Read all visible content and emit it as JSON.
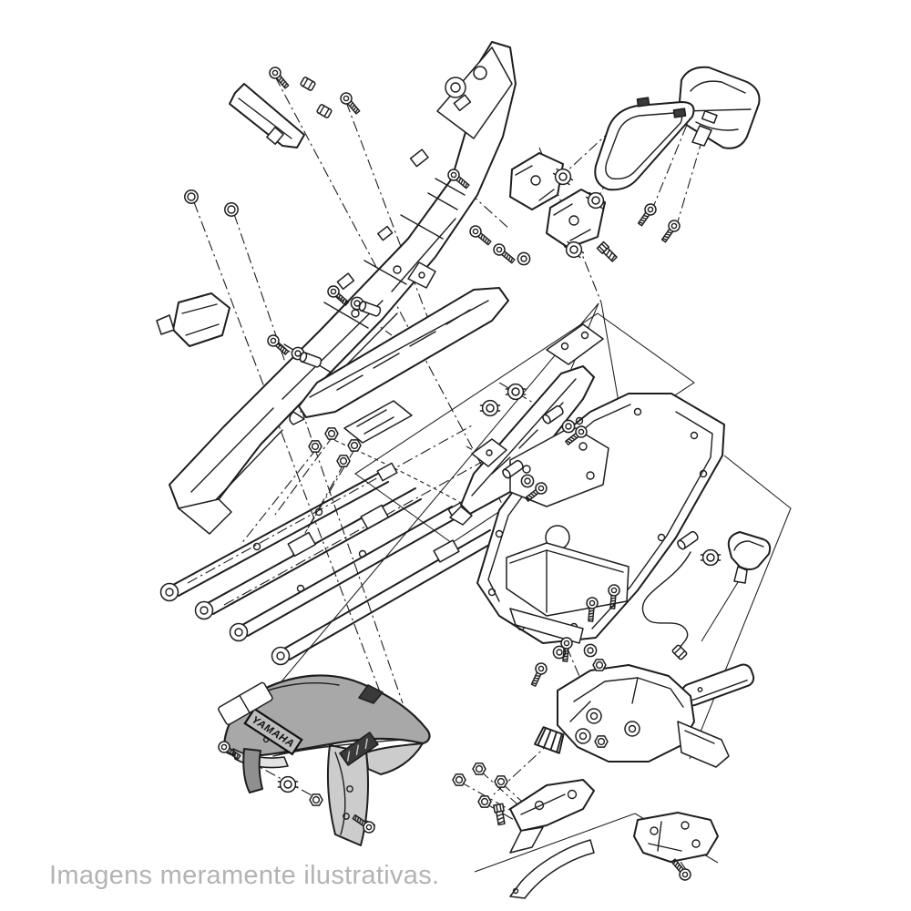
{
  "caption": "Imagens meramente ilustrativas.",
  "fender_decal_text": "YAMAHA",
  "colors": {
    "bg": "#ffffff",
    "line": "#1e1e1e",
    "cap": "#b3b3b3",
    "fmain": "#a8a8a8",
    "flight": "#cccccc",
    "flighter": "#e3e3e3",
    "fdark": "#8f8f8f",
    "decal": "#bdbdbd",
    "adark": "#3a3a3a"
  },
  "diagram": {
    "type": "exploded-parts-diagram",
    "part_groups": [
      "rear-subframe",
      "subframe-crossbar",
      "seat-bracket-plate",
      "frame-rails",
      "left-mount-rail",
      "right-mount-rail",
      "center-brackets",
      "tail-light",
      "tail-light-gasket",
      "tail-mount-brackets",
      "inner-fender-tray",
      "license-light-cable",
      "license-light-housing",
      "reflector",
      "rear-mudguard",
      "lower-brackets",
      "front-fender",
      "fasteners"
    ]
  }
}
